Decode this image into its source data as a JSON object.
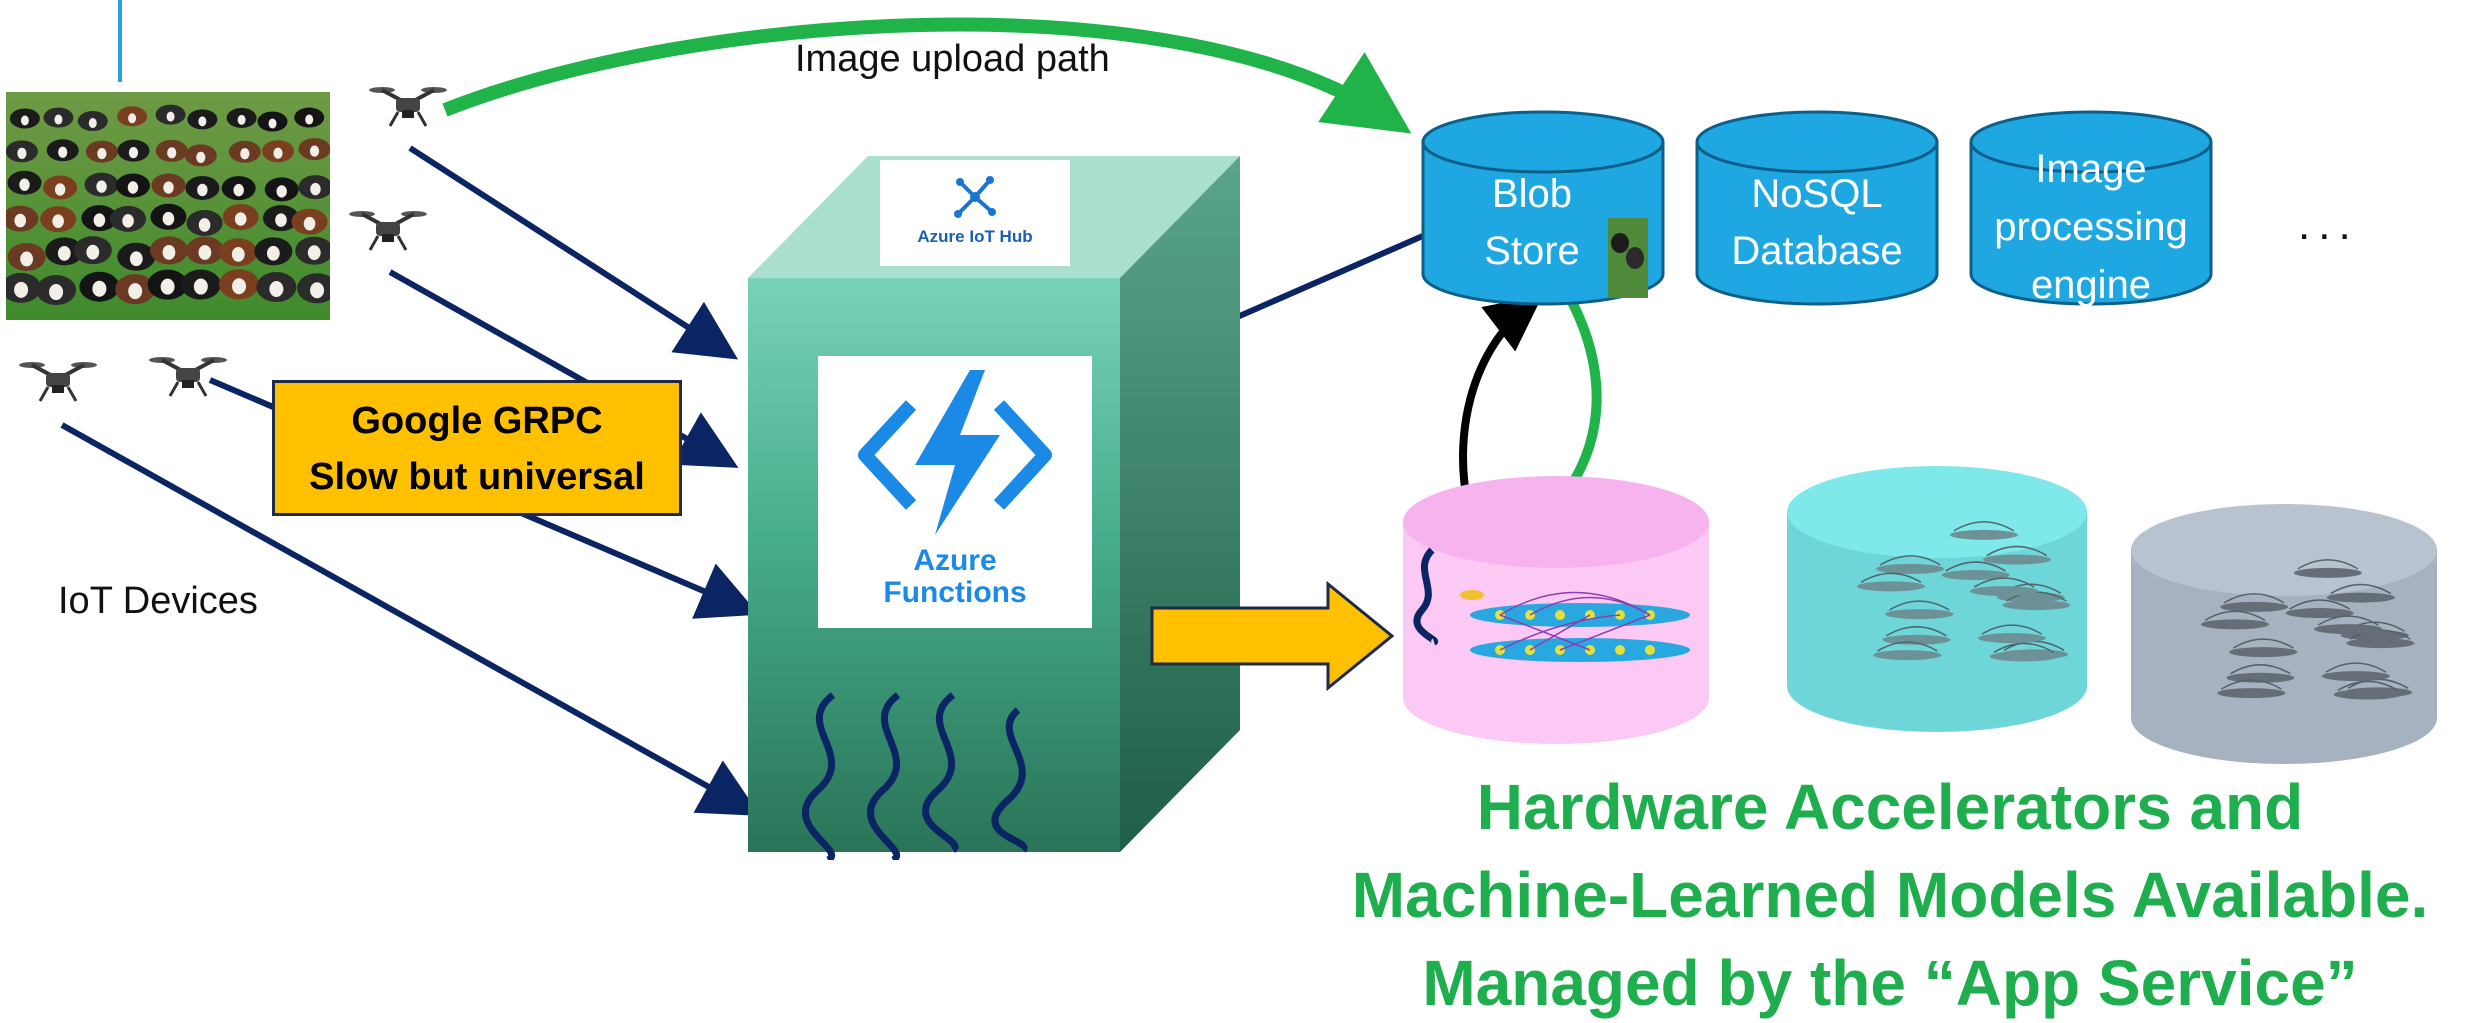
{
  "labels": {
    "upload_path": "Image upload path",
    "iot_devices": "IoT Devices",
    "ellipsis": "..."
  },
  "grpc_box": {
    "line1": "Google GRPC",
    "line2": "Slow but universal"
  },
  "iot_hub": {
    "label": "Azure IoT Hub"
  },
  "functions": {
    "line1": "Azure",
    "line2": "Functions"
  },
  "storage": [
    {
      "line1": "Blob",
      "line2": "Store"
    },
    {
      "line1": "NoSQL",
      "line2": "Database"
    },
    {
      "line1": "Image",
      "line2": "processing",
      "line3": "engine"
    }
  ],
  "headline": {
    "line1": "Hardware Accelerators and",
    "line2": "Machine-Learned Models Available.",
    "line3": "Managed by the “App Service”"
  },
  "colors": {
    "arrow_navy": "#0b2463",
    "arrow_green": "#1fb34a",
    "grpc_fill": "#ffc000",
    "cylinder_blue": "#1ea7e0",
    "accel_pink": "#fbc9f3",
    "accel_teal": "#6ed6d9",
    "accel_gray": "#a6b2c0",
    "headline_green": "#1fae4e"
  }
}
